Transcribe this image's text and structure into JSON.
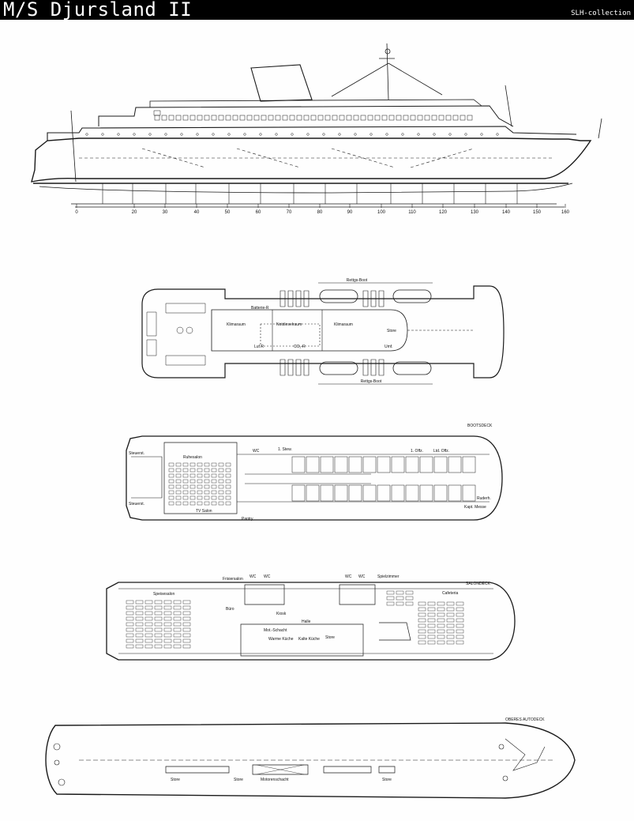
{
  "title": "M/S Djursland II",
  "credit": "SLH-collection",
  "profile": {
    "frame_numbers": [
      "0",
      "20",
      "30",
      "40",
      "50",
      "60",
      "70",
      "80",
      "90",
      "100",
      "110",
      "120",
      "130",
      "140",
      "150",
      "160"
    ]
  },
  "boat_deck": {
    "labels": {
      "rettungsboot_top": "Rettgs-Boot",
      "rettungsboot_bottom": "Rettgs-Boot",
      "batterie": "Batterie-R",
      "klimaraum_left": "Klimaraum",
      "notdieselraum": "Notdieselraum",
      "klimaraum_right": "Klimaraum",
      "store": "Store",
      "luft": "Luf.R",
      "co2": "CO₂-R",
      "umf": "Umf."
    }
  },
  "bootsdeck": {
    "header": "BOOTSDECK",
    "labels": {
      "steuerst_top": "Steuerst.",
      "steuerst_bottom": "Steuerst.",
      "ruhesalon": "Ruhesalon",
      "tv_salon": "TV Salon",
      "pantry": "Pantry",
      "wc": "WC",
      "stewd": "1. Stew.",
      "ltd_offz": "Ltd. Offz.",
      "offz": "1. Offz.",
      "kapt_messe": "Kapt. Messe",
      "rudergeh": "Ruderh."
    }
  },
  "salondeck": {
    "header": "SALONDECK",
    "labels": {
      "speisesalon": "Speisesalon",
      "frisiersalon": "Frisiersalon",
      "wc1": "WC",
      "wc2": "WC",
      "wc3": "WC",
      "wc4": "WC",
      "spielzimmer": "Spielzimmer",
      "cafeteria": "Cafeteria",
      "halle": "Halle",
      "buro": "Büro",
      "mot_schacht": "Mot.-Schacht",
      "warme_kuche": "Warme Küche",
      "kalte_kuche": "Kalte Küche",
      "kiosk": "Kiosk",
      "store": "Store"
    }
  },
  "oberes_autodeck": {
    "header": "OBERES AUTODECK",
    "labels": {
      "store_left": "Store",
      "store_mid": "Store",
      "motorenschacht": "Motorenschacht",
      "store_right": "Store"
    }
  }
}
